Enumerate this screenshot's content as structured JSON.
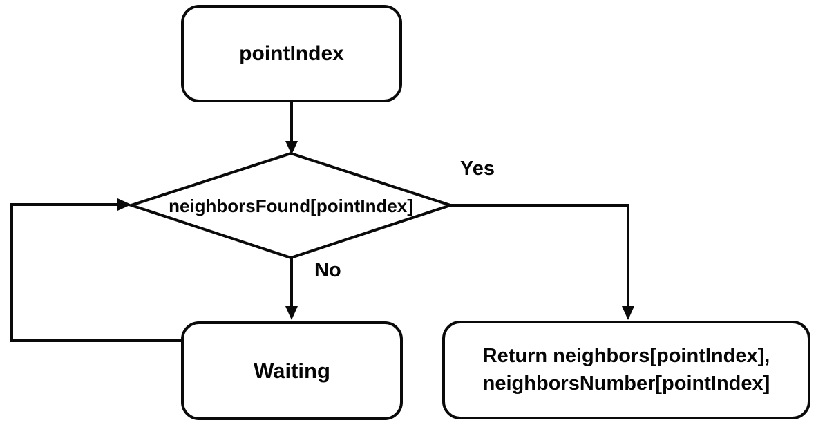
{
  "diagram": {
    "nodes": {
      "start": {
        "label": "pointIndex",
        "type": "rounded-rect"
      },
      "decision": {
        "label": "neighborsFound[pointIndex]",
        "type": "diamond"
      },
      "waiting": {
        "label": "Waiting",
        "type": "rounded-rect"
      },
      "return": {
        "label": "Return neighbors[pointIndex],\nneighborsNumber[pointIndex]",
        "type": "rounded-rect"
      }
    },
    "edges": {
      "yes_label": "Yes",
      "no_label": "No"
    },
    "colors": {
      "stroke": "#0a0a0a",
      "background": "#ffffff"
    }
  }
}
